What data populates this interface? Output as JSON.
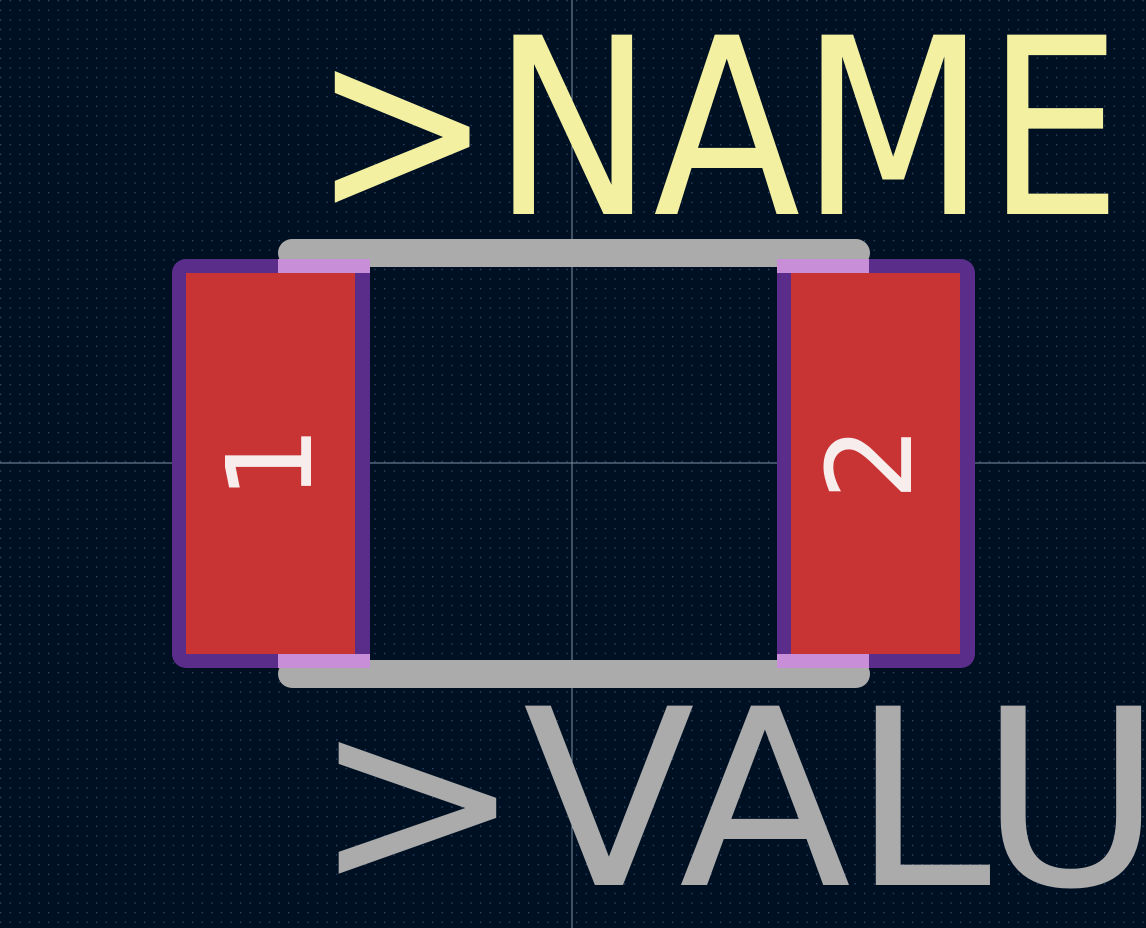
{
  "editor": {
    "background_color": "#001023",
    "grid_color": "#2f4a6b",
    "crosshair_color": "#7d8fa6"
  },
  "silkscreen_text": {
    "name_label": ">NAME",
    "value_label": ">VALUE",
    "name_color": "#f4f0a2",
    "value_color": "#ababab"
  },
  "courtyard": {
    "color": "#ababab"
  },
  "pads": [
    {
      "number": "1",
      "fill_color": "#c83434",
      "mask_color": "#5a2d8a",
      "text_color": "#f7eded"
    },
    {
      "number": "2",
      "fill_color": "#c83434",
      "mask_color": "#5a2d8a",
      "text_color": "#f7eded"
    }
  ],
  "overlap_color": "#c88fd8"
}
